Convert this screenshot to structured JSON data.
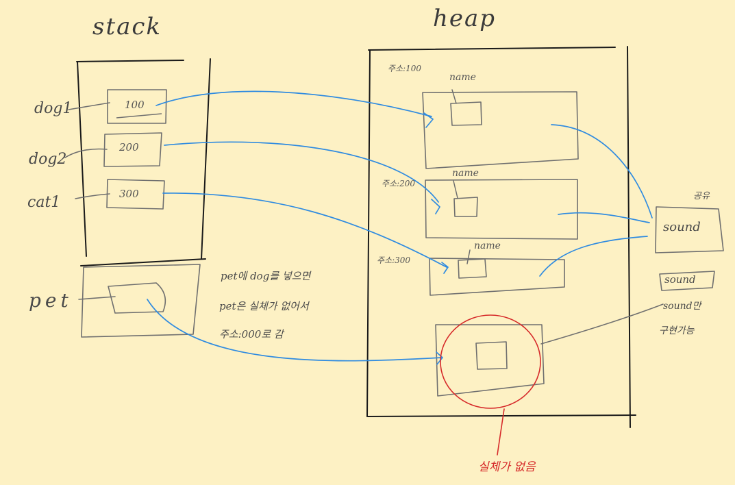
{
  "titles": {
    "stack": "stack",
    "heap": "heap"
  },
  "stack_vars": [
    {
      "name": "dog1",
      "value": "100"
    },
    {
      "name": "dog2",
      "value": "200"
    },
    {
      "name": "cat1",
      "value": "300"
    }
  ],
  "pet_var": {
    "name": "pet"
  },
  "heap_objects": [
    {
      "address": "주소:100",
      "field": "name"
    },
    {
      "address": "주소:200",
      "field": "name"
    },
    {
      "address": "주소:300",
      "field": "name"
    }
  ],
  "sound_group": {
    "label": "sound",
    "caption": "공유"
  },
  "sound_box2": {
    "label": "sound"
  },
  "sound_note": [
    "sound만",
    "구현가능"
  ],
  "pet_note": [
    "pet에 dog를 넣으면",
    "pet은 실체가 없어서",
    "주소:000로 감"
  ],
  "no_instance_note": "실체가 없음",
  "colors": {
    "paper": "#fdf1c4",
    "pencil": "#6f6f6f",
    "ink": "#1a1a1a",
    "pointer": "#2f8be0",
    "highlight": "#d62a2a"
  }
}
